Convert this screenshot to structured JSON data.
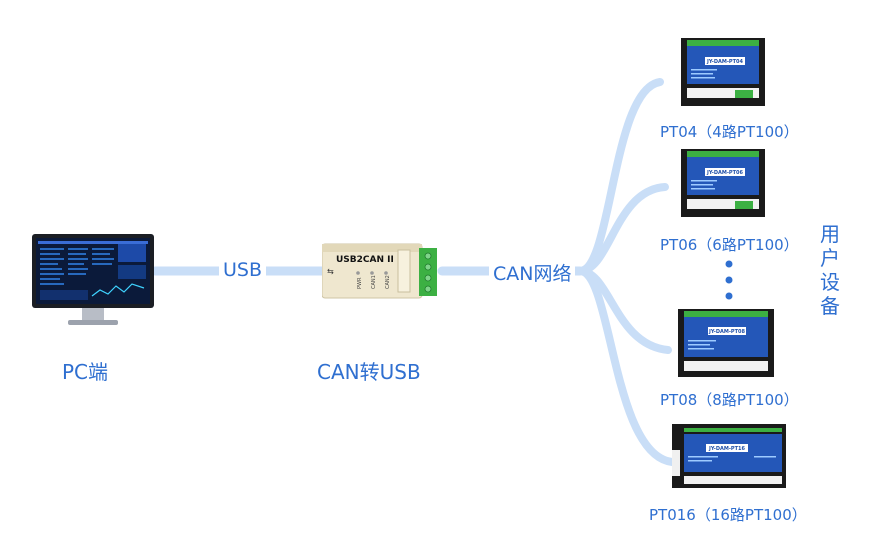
{
  "pc": {
    "label": "PC端"
  },
  "links": {
    "usb": "USB",
    "can_network": "CAN网络"
  },
  "converter": {
    "label": "CAN转USB",
    "model": "USB2CAN II",
    "leds": [
      "PWR",
      "CAN1",
      "CAN2"
    ]
  },
  "devices": [
    {
      "chip": "JY-DAM-PT04",
      "label": "PT04（4路PT100）"
    },
    {
      "chip": "JY-DAM-PT06",
      "label": "PT06（6路PT100）"
    },
    {
      "chip": "JY-DAM-PT08",
      "label": "PT08（8路PT100）"
    },
    {
      "chip": "JY-DAM-PT16",
      "label": "PT016（16路PT100）"
    }
  ],
  "user_devices": {
    "chars": [
      "用",
      "户",
      "设",
      "备"
    ]
  },
  "colors": {
    "link": "#c9def7",
    "text": "#2f6fd0",
    "module": "#1a1a1a",
    "panel": "#1f5fbf",
    "terminal": "#3cb043"
  }
}
